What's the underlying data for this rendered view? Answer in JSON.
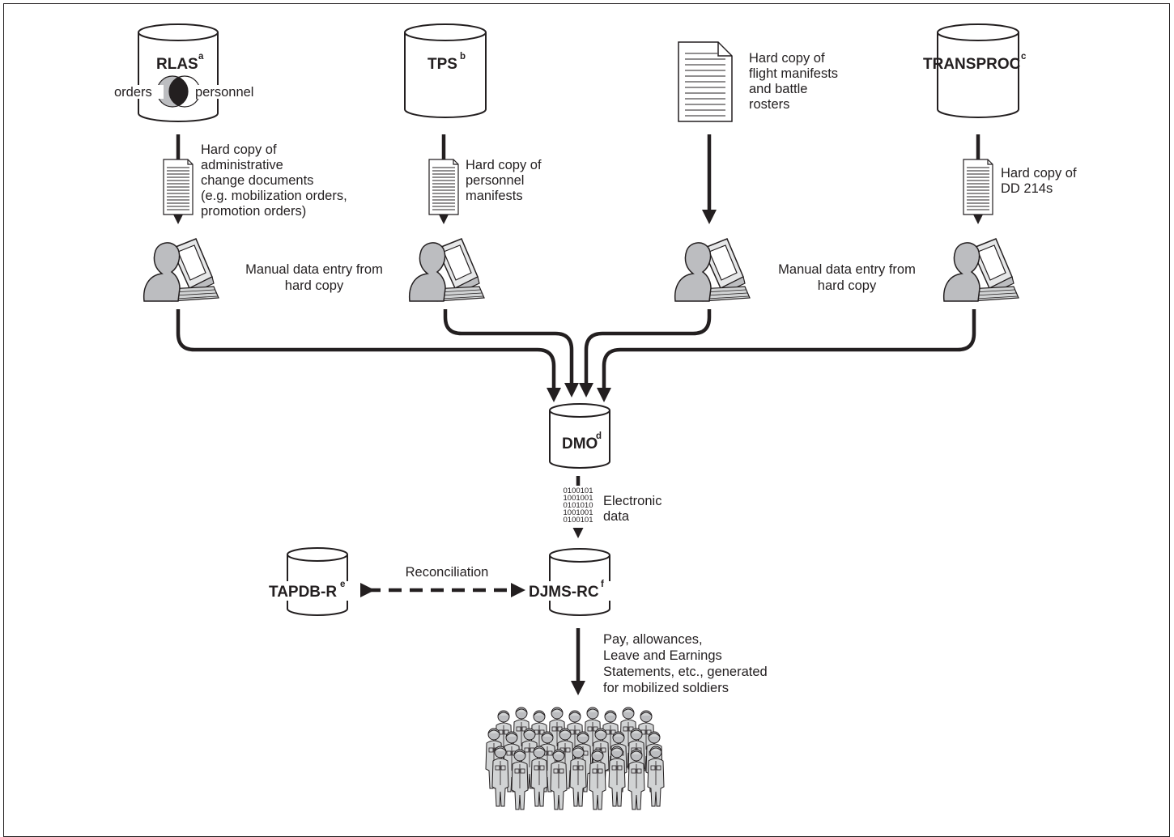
{
  "colors": {
    "ink": "#231f20",
    "shade": "#bcbdc0",
    "background": "#ffffff"
  },
  "sources": {
    "rlas": {
      "name": "RLAS",
      "sup": "a",
      "left_label": "orders",
      "right_label": "personnel"
    },
    "tps": {
      "name": "TPS",
      "sup": "b"
    },
    "hardcopy_doc": {
      "lines": [
        "Hard copy of",
        "flight manifests",
        "and battle",
        "rosters"
      ]
    },
    "transproc": {
      "name": "TRANSPROC",
      "sup": "c"
    }
  },
  "edges": {
    "rlas_doc": [
      "Hard copy of",
      "administrative",
      "change documents",
      "(e.g. mobilization orders,",
      "promotion orders)"
    ],
    "tps_doc": [
      "Hard copy of",
      "personnel",
      "manifests"
    ],
    "transproc_doc": [
      "Hard copy of",
      "DD 214s"
    ]
  },
  "data_entry": {
    "left": [
      "Manual data entry from",
      "hard copy"
    ],
    "right": [
      "Manual data entry from",
      "hard copy"
    ]
  },
  "dmo": {
    "name": "DMO",
    "sup": "d"
  },
  "electronic": {
    "binary_lines": [
      "0100101",
      "1001001",
      "0101010",
      "1001001",
      "0100101"
    ],
    "label_lines": [
      "Electronic",
      "data"
    ]
  },
  "djms": {
    "name": "DJMS-RC",
    "sup": "f"
  },
  "tapdb": {
    "name": "TAPDB-R",
    "sup": "e"
  },
  "reconciliation": "Reconciliation",
  "output": [
    "Pay, allowances,",
    "Leave and Earnings",
    "Statements, etc., generated",
    "for mobilized soldiers"
  ],
  "icons": [
    "database-cylinder",
    "document-icon",
    "computer-user-icon",
    "soldiers-group-icon"
  ]
}
